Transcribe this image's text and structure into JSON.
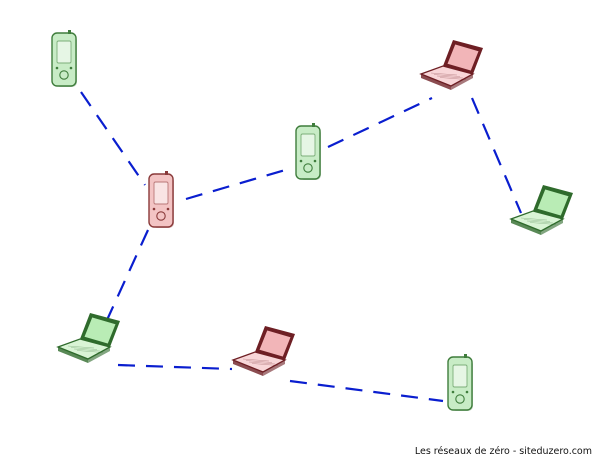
{
  "credit": "Les réseaux de zéro - siteduzero.com",
  "colors": {
    "link": "#0a1ecf",
    "pda_green_fill": "#c8ecc6",
    "pda_green_stroke": "#3f7d3c",
    "pda_red_fill": "#f3c4c4",
    "pda_red_stroke": "#8a3a3a",
    "laptop_green_screen": "#b9ecb5",
    "laptop_green_body": "#d9f4d5",
    "laptop_green_stroke": "#2f6b2c",
    "laptop_red_screen": "#f2b5b8",
    "laptop_red_body": "#f8d6d8",
    "laptop_red_stroke": "#6e1f24",
    "background": "#ffffff"
  },
  "devices": [
    {
      "id": "pda-top-left",
      "kind": "pda",
      "color": "green"
    },
    {
      "id": "pda-center-left",
      "kind": "pda",
      "color": "red"
    },
    {
      "id": "pda-center",
      "kind": "pda",
      "color": "green"
    },
    {
      "id": "laptop-top-right",
      "kind": "laptop",
      "color": "red"
    },
    {
      "id": "laptop-right",
      "kind": "laptop",
      "color": "green"
    },
    {
      "id": "laptop-bottom-left",
      "kind": "laptop",
      "color": "green"
    },
    {
      "id": "laptop-bottom-center",
      "kind": "laptop",
      "color": "red"
    },
    {
      "id": "pda-bottom-right",
      "kind": "pda",
      "color": "green"
    }
  ],
  "links": [
    [
      "pda-top-left",
      "pda-center-left"
    ],
    [
      "pda-center-left",
      "pda-center"
    ],
    [
      "pda-center",
      "laptop-top-right"
    ],
    [
      "laptop-top-right",
      "laptop-right"
    ],
    [
      "pda-center-left",
      "laptop-bottom-left"
    ],
    [
      "laptop-bottom-left",
      "laptop-bottom-center"
    ],
    [
      "laptop-bottom-center",
      "pda-bottom-right"
    ]
  ]
}
